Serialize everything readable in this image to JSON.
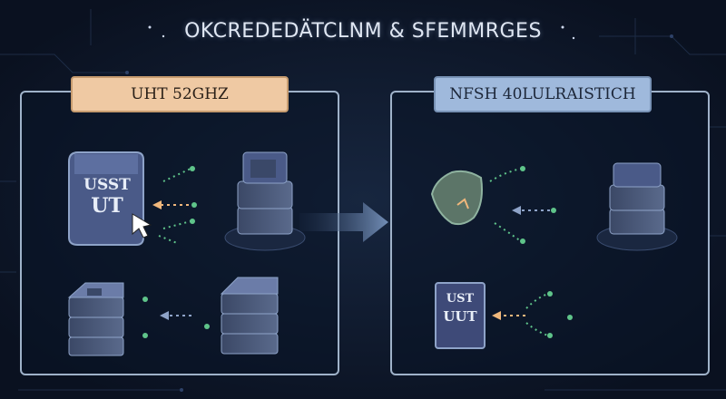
{
  "title": "OKCREDEDÄTCLNM & SFEMMRGES",
  "left_panel": {
    "tag": "UHT 52GHZ",
    "document_text_1": "USST",
    "document_text_2": "UT"
  },
  "right_panel": {
    "tag": "NFSH 40LULRAISTICH",
    "document_text_1": "UST",
    "document_text_2": "UUT"
  },
  "colors": {
    "background": "#0b1324",
    "left_tag": "#efc9a3",
    "right_tag": "#9fb9dc",
    "panel_border": "#9fb2c9",
    "accent_orange": "#f0b77c",
    "accent_green": "#5fc48a"
  }
}
